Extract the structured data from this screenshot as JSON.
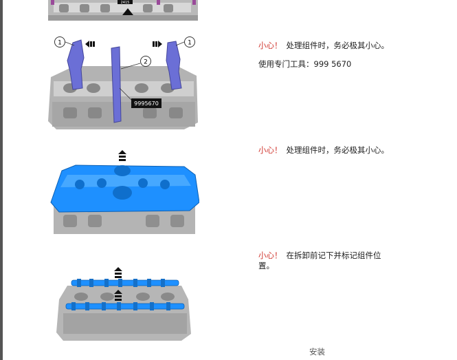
{
  "steps": [
    {
      "figure_label": "2415"
    },
    {
      "callout_1_left": "1",
      "callout_1_right": "1",
      "callout_2": "2",
      "tool_label": "9995670",
      "caution": "小心！",
      "text": "处理组件时，务必极其小心。",
      "tool_prefix": "使用专门工具：",
      "tool_number": "999 5670"
    },
    {
      "caution": "小心！",
      "text": "处理组件时，务必极其小心。"
    },
    {
      "caution": "小心！",
      "text": "在拆卸前记下并标记组件位置。"
    }
  ],
  "footer": {
    "heading": "安装"
  },
  "colors": {
    "caution": "#d0342c",
    "part_blue": "#1e90ff",
    "tool_purple": "#6b6fd6",
    "engine_gray": "#b5b5b5"
  }
}
